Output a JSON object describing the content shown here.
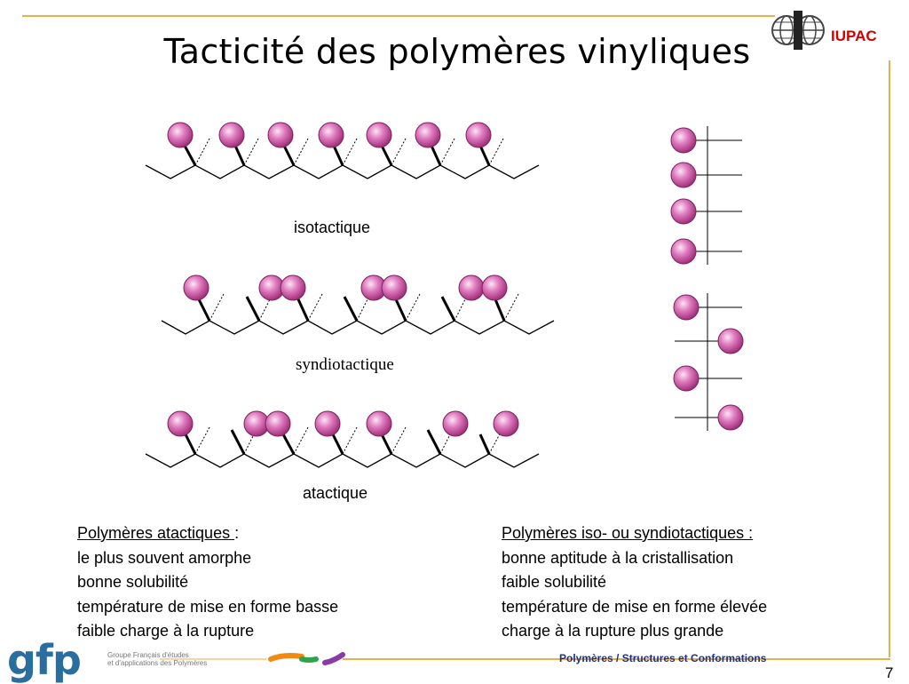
{
  "title": "Tacticité des polymères vinyliques",
  "logo": {
    "text": "IUPAC"
  },
  "chains": {
    "isotactic_label": "isotactique",
    "syndiotactic_label": "syndiotactique",
    "atactic_label": "atactique"
  },
  "left_column": {
    "heading": "Polymères atactiques ",
    "heading_suffix": ":",
    "items": [
      "le plus souvent amorphe",
      "bonne solubilité",
      "température de mise en forme basse",
      "faible charge à la rupture"
    ]
  },
  "right_column": {
    "heading": "Polymères iso- ou syndiotactiques :",
    "items": [
      "bonne aptitude à la cristallisation",
      "faible solubilité",
      "température de mise en forme élevée",
      "charge à la rupture plus grande"
    ]
  },
  "footer": {
    "org_name": "gfp",
    "org_subtitle_1": "Groupe Français d'études",
    "org_subtitle_2": "et d'applications des Polymères",
    "section_title": "Polymères / Structures et Conformations",
    "page_number": "7"
  },
  "colors": {
    "accent": "#e8b04a",
    "ball": "#d75aa8",
    "logo_red": "#d40000",
    "footer_blue": "#1c2f8c"
  }
}
